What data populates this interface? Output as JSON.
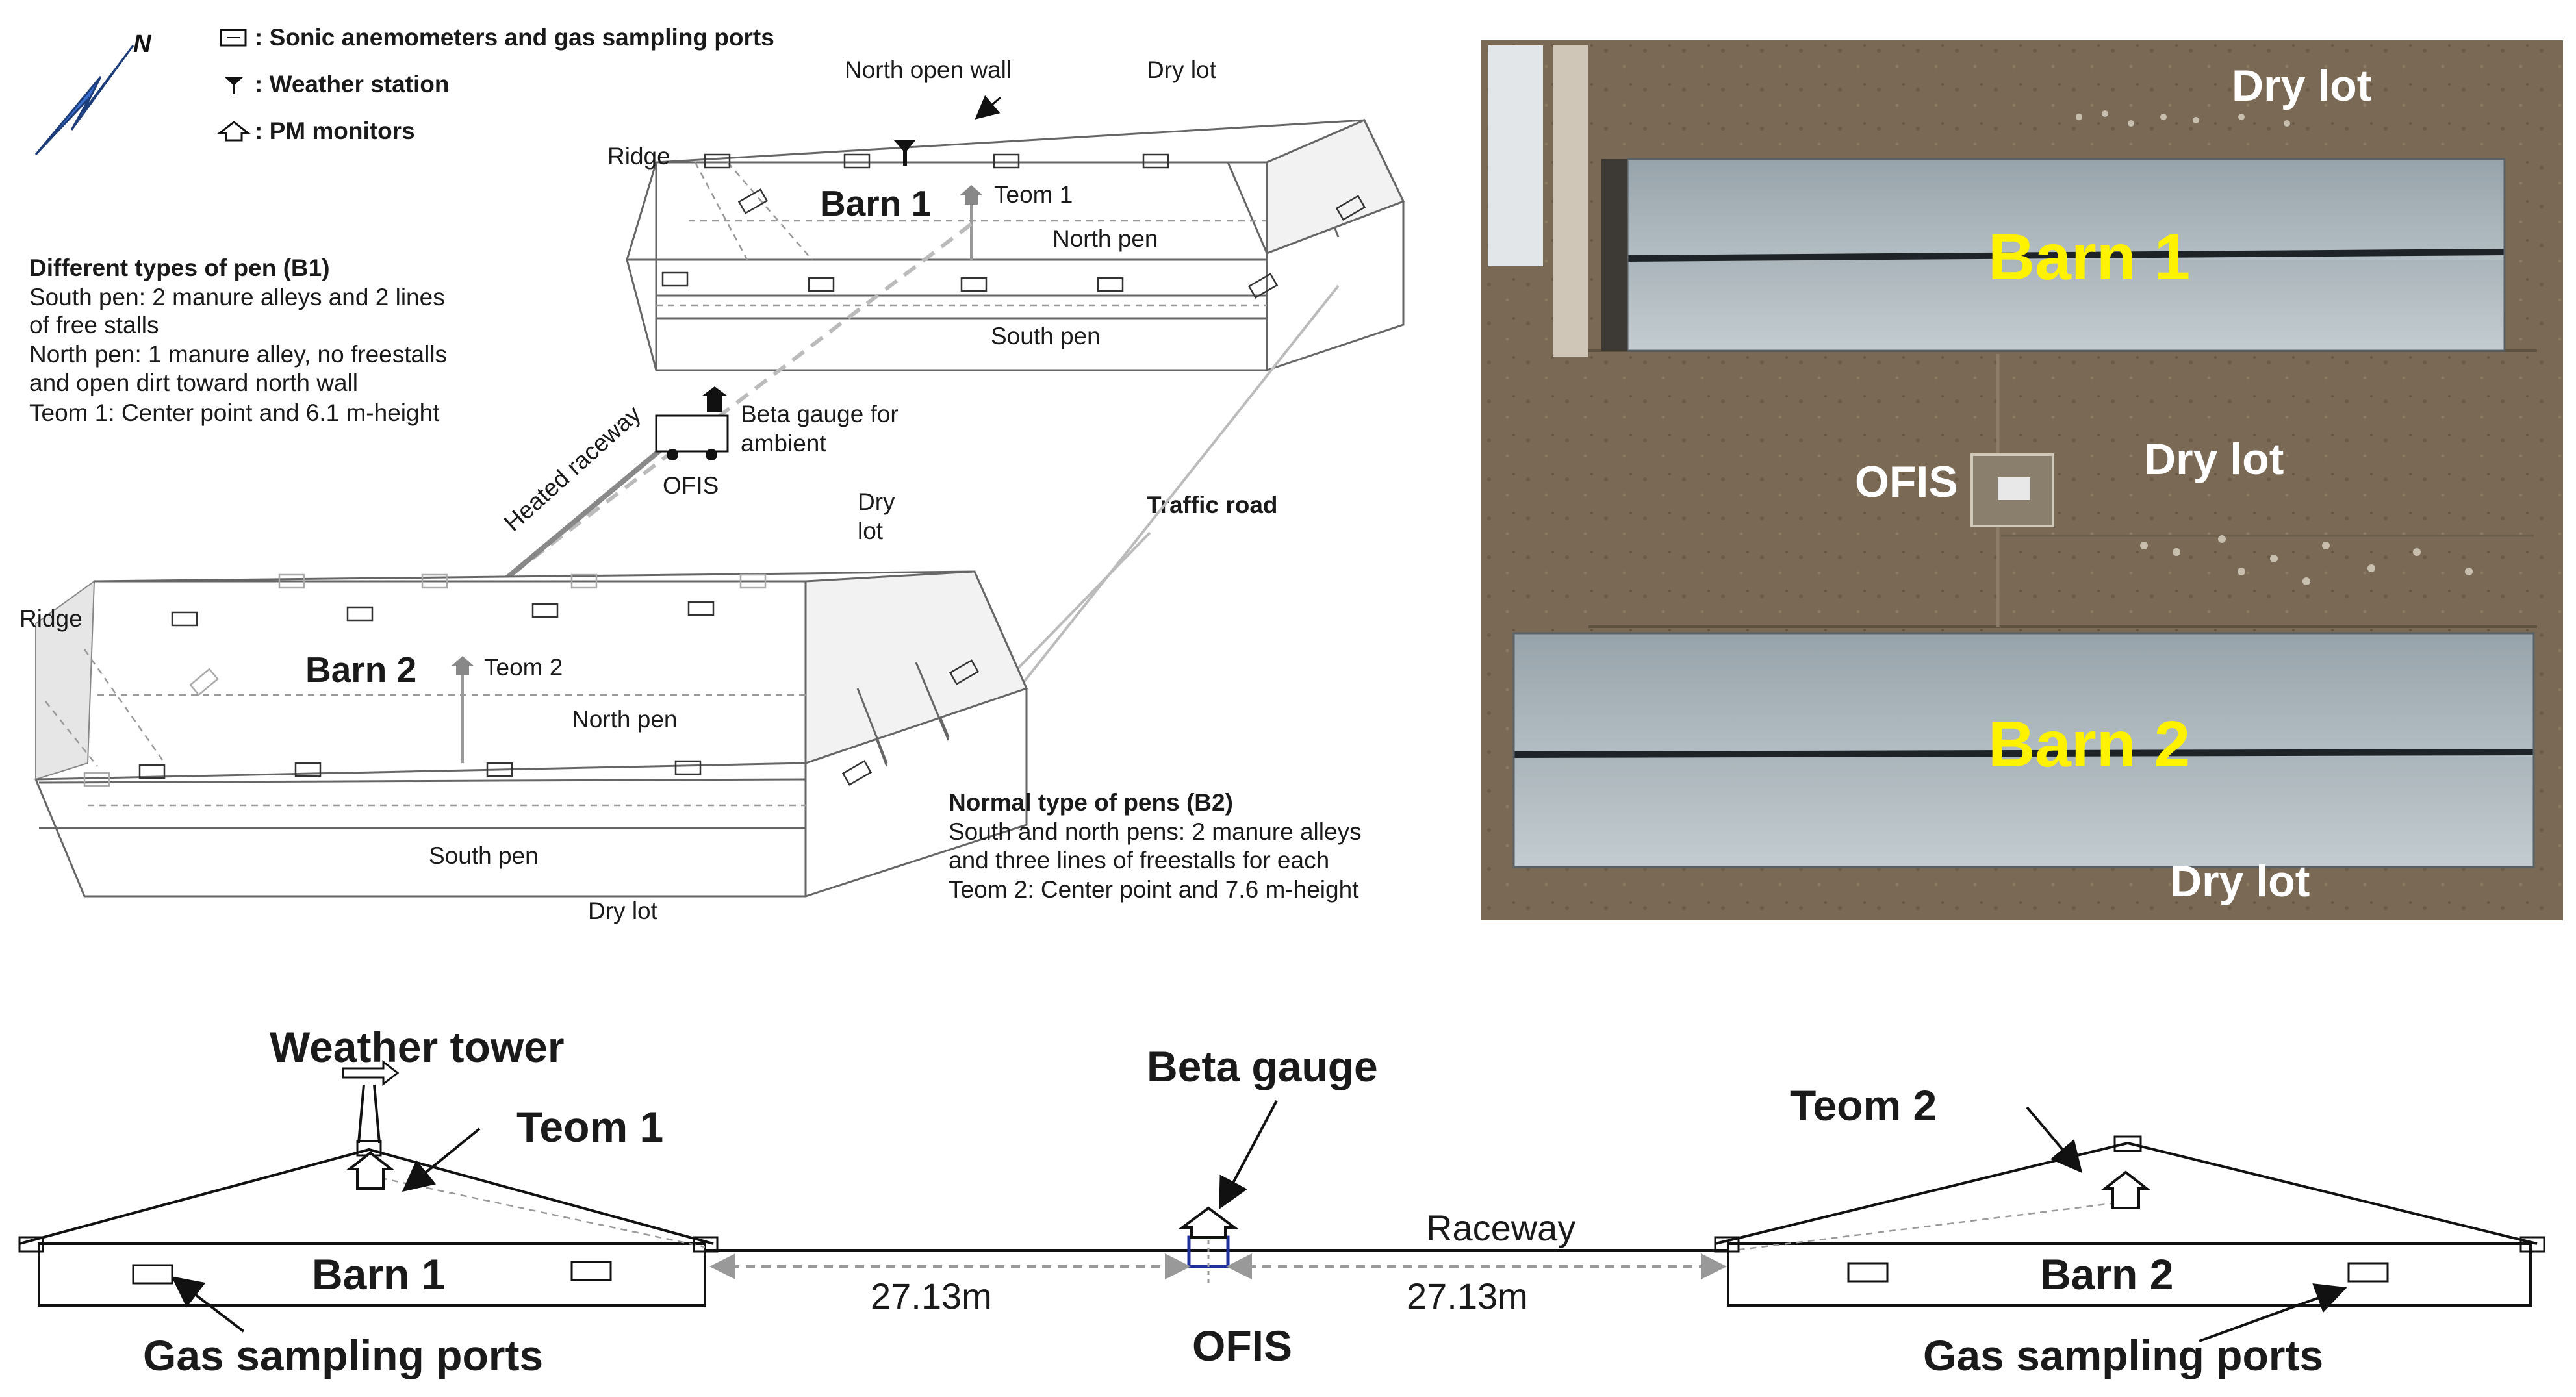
{
  "legend": {
    "sonic": ": Sonic anemometers and gas sampling ports",
    "weather": ": Weather station",
    "pm": ": PM monitors",
    "north_symbol": "N"
  },
  "perspective": {
    "north_open_wall": "North open wall",
    "dry_lot_top": "Dry lot",
    "ridge_b1": "Ridge",
    "barn1": "Barn 1",
    "teom1": "Teom 1",
    "north_pen_b1": "North pen",
    "south_pen_b1": "South pen",
    "b1_title": "Different types of pen  (B1)",
    "b1_lines": [
      "South pen: 2 manure alleys and 2 lines",
      "of free stalls",
      "North pen: 1 manure alley, no freestalls",
      "and open dirt toward north wall",
      "Teom 1: Center point and 6.1 m-height"
    ],
    "beta_ambient_1": "Beta gauge for",
    "beta_ambient_2": "ambient",
    "ofis": "OFIS",
    "heated_raceway": "Heated raceway",
    "dry_lot_mid_1": "Dry",
    "dry_lot_mid_2": "lot",
    "traffic_road": "Traffic road",
    "ridge_b2": "Ridge",
    "barn2": "Barn 2",
    "teom2": "Teom 2",
    "north_pen_b2": "North pen",
    "south_pen_b2": "South pen",
    "dry_lot_bottom": "Dry lot",
    "b2_title": "Normal type of pens (B2)",
    "b2_lines": [
      "South and north pens: 2 manure alleys",
      "and three lines of freestalls for each",
      "Teom 2: Center point and 7.6 m-height"
    ]
  },
  "photo": {
    "dry_lot_top": "Dry lot",
    "barn1": "Barn 1",
    "ofis": "OFIS",
    "dry_lot_mid": "Dry lot",
    "barn2": "Barn 2",
    "dry_lot_bottom": "Dry lot"
  },
  "section": {
    "weather_tower": "Weather tower",
    "teom1": "Teom 1",
    "barn1": "Barn 1",
    "gas_ports_left": "Gas sampling ports",
    "beta_gauge": "Beta gauge",
    "ofis": "OFIS",
    "raceway": "Raceway",
    "dist_left": "27.13m",
    "dist_right": "27.13m",
    "teom2": "Teom 2",
    "barn2": "Barn 2",
    "gas_ports_right": "Gas sampling ports"
  },
  "colors": {
    "photo_label": "#ffffff",
    "photo_barn_label": "#fff200",
    "ofis_box": "#1f2f9c",
    "compass": "#3a6fd0"
  }
}
